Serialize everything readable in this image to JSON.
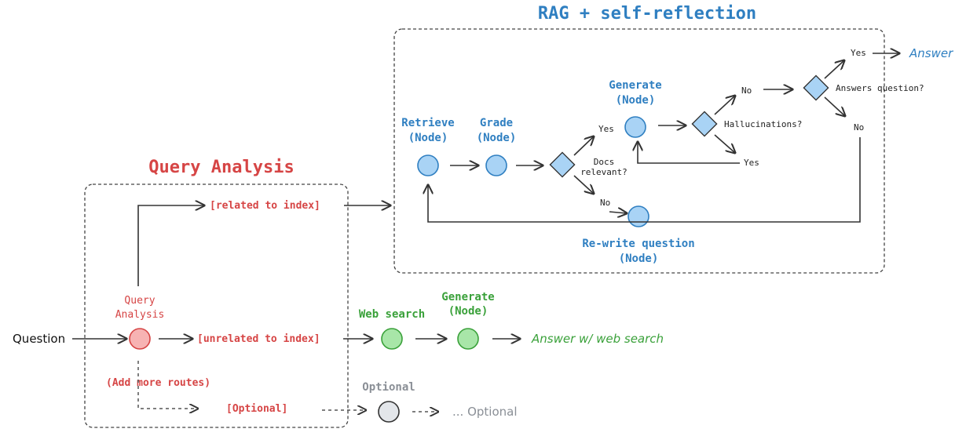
{
  "titles": {
    "rag": "RAG + self-reflection",
    "query_analysis": "Query Analysis"
  },
  "nodes": {
    "question": "Question",
    "query_analysis": [
      "Query",
      "Analysis"
    ],
    "retrieve": [
      "Retrieve",
      "(Node)"
    ],
    "grade": [
      "Grade",
      "(Node)"
    ],
    "generate_rag": [
      "Generate",
      "(Node)"
    ],
    "rewrite": [
      "Re-write question",
      "(Node)"
    ],
    "web_search": "Web search",
    "generate_web": [
      "Generate",
      "(Node)"
    ],
    "optional_node": "Optional"
  },
  "decisions": {
    "docs_relevant": [
      "Docs",
      "relevant?"
    ],
    "hallucinations": "Hallucinations?",
    "answers_question": "Answers question?"
  },
  "edge_labels": {
    "yes_docs": "Yes",
    "no_docs": "No",
    "no_hallucination": "No",
    "yes_hallucination": "Yes",
    "yes_answers": "Yes",
    "no_answers": "No"
  },
  "routes": {
    "related": "[related to index]",
    "unrelated": "[unrelated to index]",
    "add_more": "(Add more routes)",
    "optional": "[Optional]"
  },
  "outputs": {
    "answer": "Answer",
    "answer_web": "Answer w/ web search",
    "optional_out": "... Optional"
  },
  "colors": {
    "blue_fill": "#a9d3f5",
    "blue_stroke": "#2f7fc1",
    "red_fill": "#f7b3b3",
    "red_text": "#d64545",
    "green_fill": "#a8e6a8",
    "green_text": "#3aa13a",
    "gray_fill": "#e3e6ea"
  }
}
